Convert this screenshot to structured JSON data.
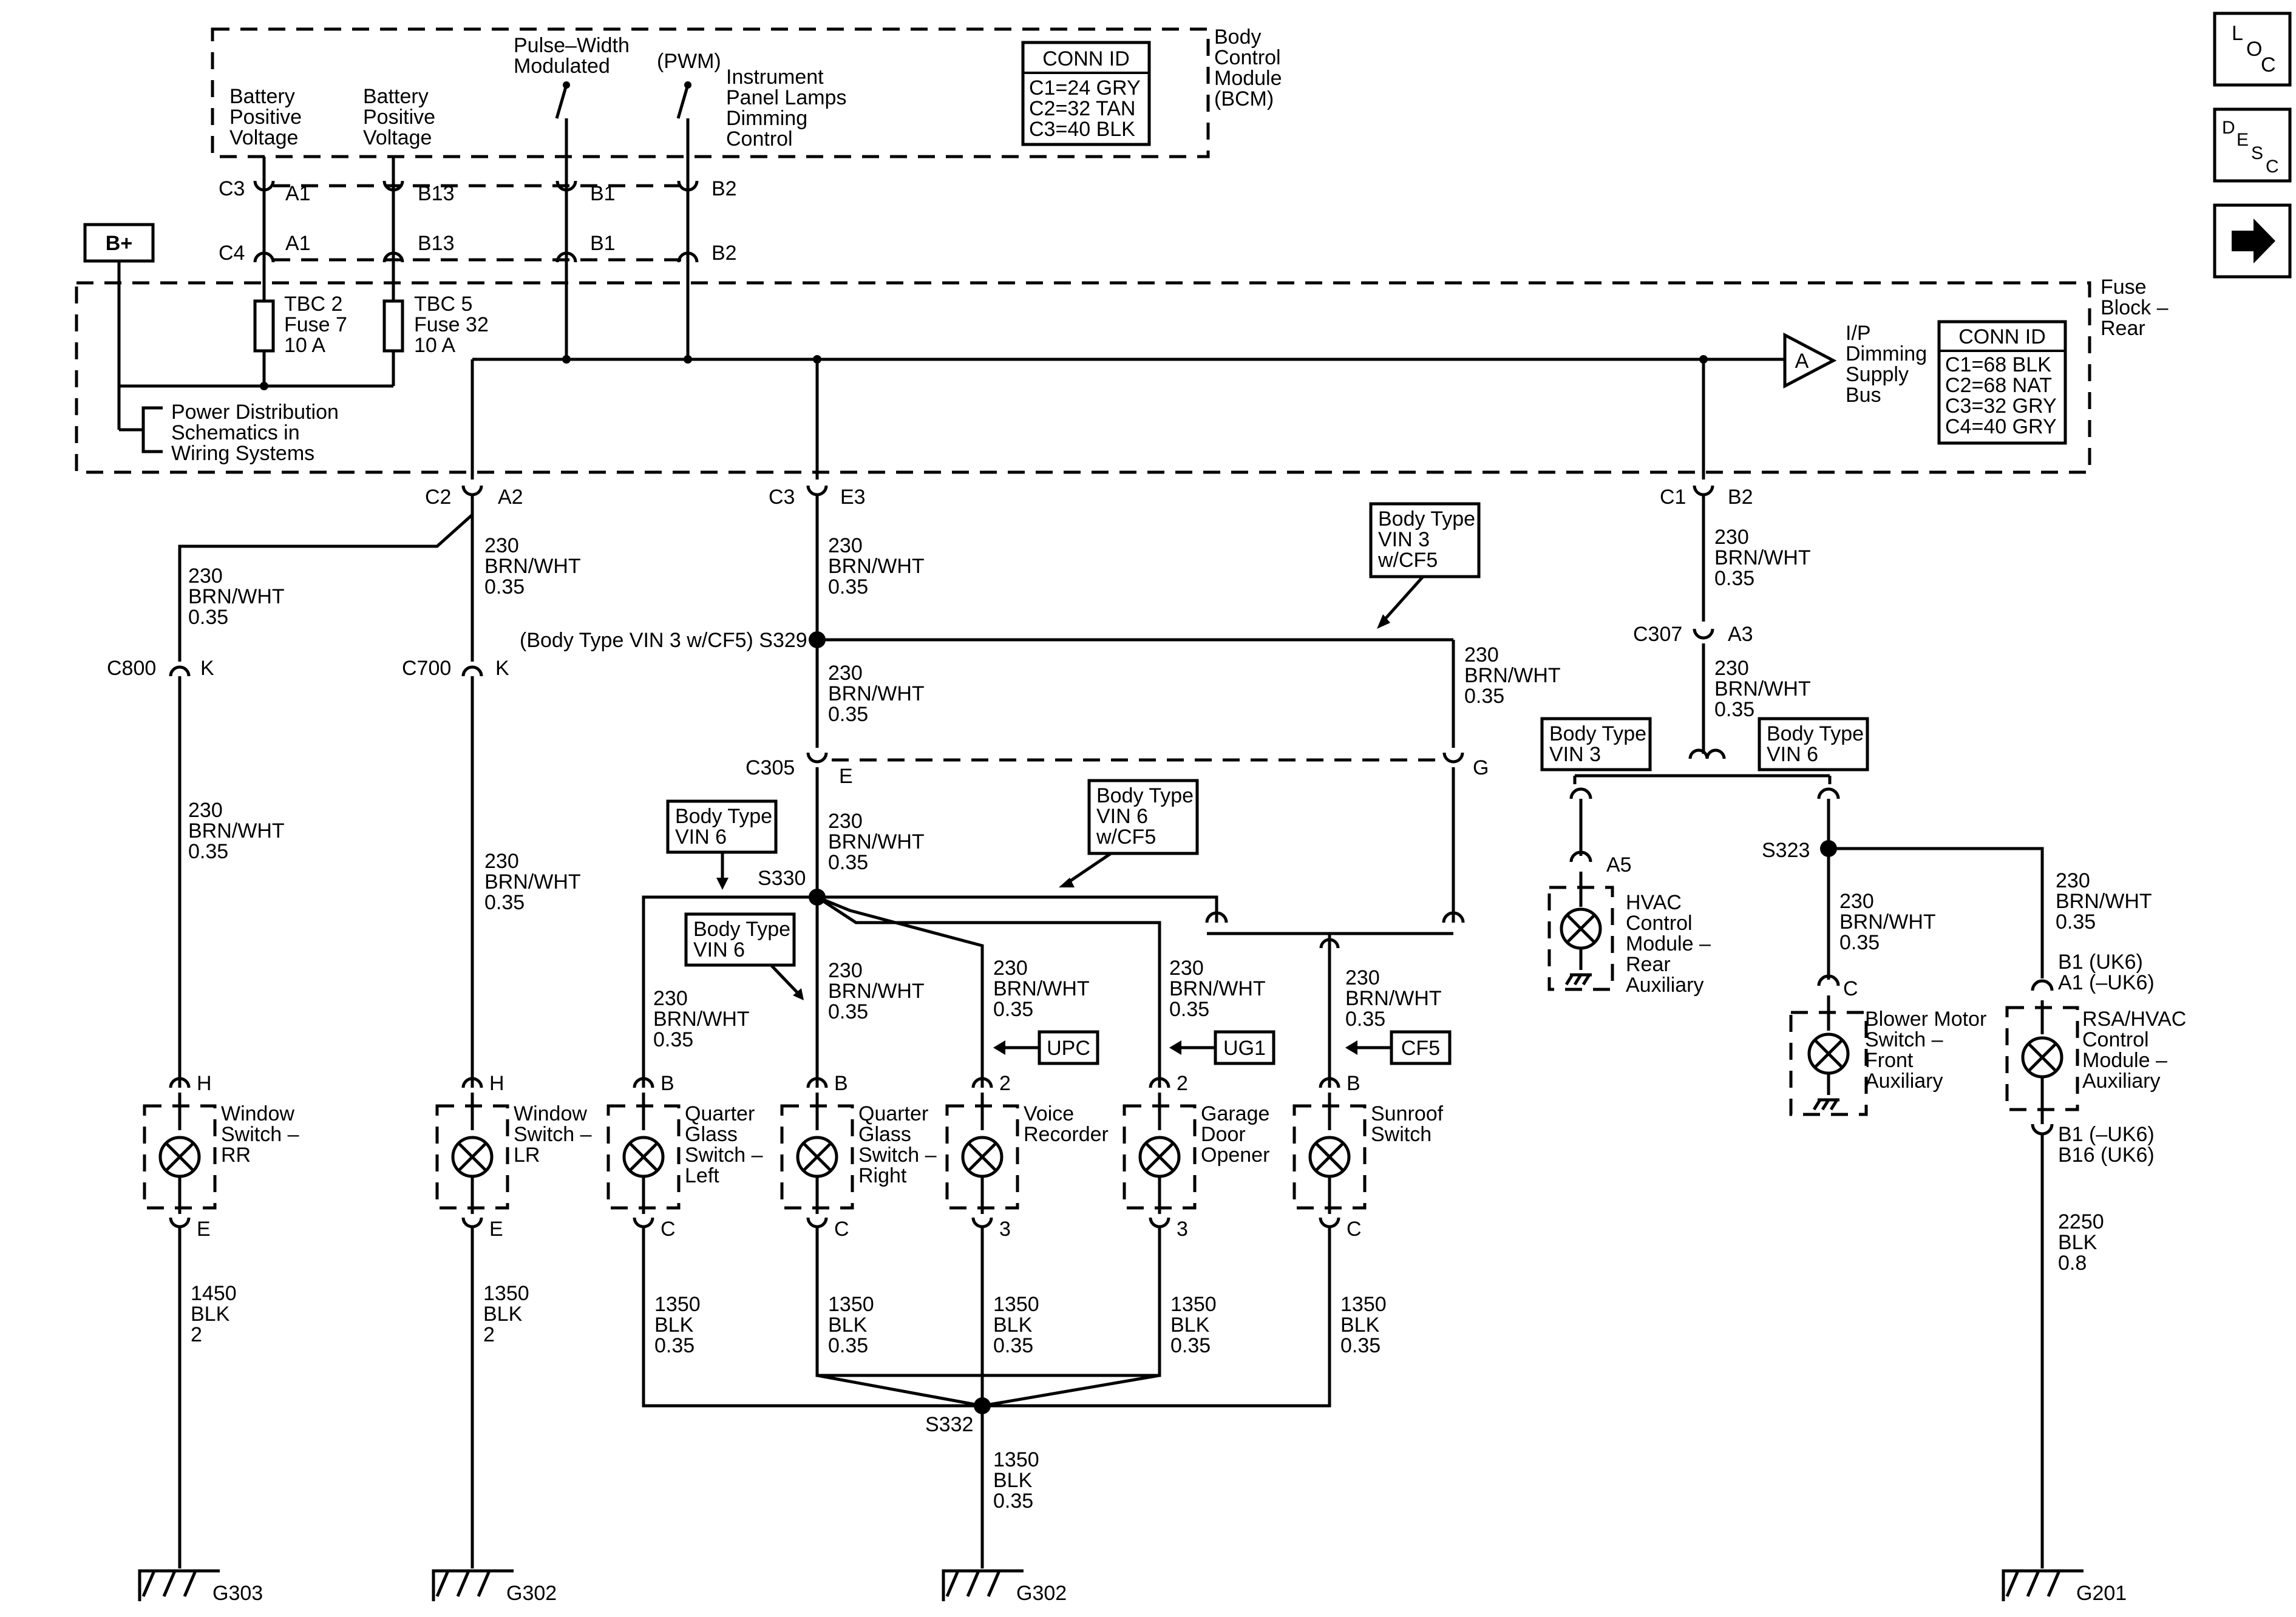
{
  "bcm": {
    "title": [
      "Body",
      "Control",
      "Module",
      "(BCM)"
    ],
    "batt1": [
      "Battery",
      "Positive",
      "Voltage"
    ],
    "batt2": [
      "Battery",
      "Positive",
      "Voltage"
    ],
    "pwm": [
      "Pulse–Width",
      "Modulated"
    ],
    "pwm_short": "(PWM)",
    "ipdim": [
      "Instrument",
      "Panel Lamps",
      "Dimming",
      "Control"
    ],
    "conn_title": "CONN ID",
    "conn": [
      "C1=24 GRY",
      "C2=32 TAN",
      "C3=40 BLK"
    ],
    "pins_c3": {
      "conn": "C3",
      "a1": "A1",
      "b13": "B13",
      "b1": "B1",
      "b2": "B2"
    },
    "pins_c4": {
      "conn": "C4",
      "a1": "A1",
      "b13": "B13",
      "b1": "B1",
      "b2": "B2"
    }
  },
  "fuse_block": {
    "title": [
      "Fuse",
      "Block –",
      "Rear"
    ],
    "bplus": "B+",
    "fuse1": [
      "TBC 2",
      "Fuse 7",
      "10 A"
    ],
    "fuse2": [
      "TBC 5",
      "Fuse 32",
      "10 A"
    ],
    "pds": [
      "Power Distribution",
      "Schematics in",
      "Wiring Systems"
    ],
    "ip_arrow": "A",
    "ip_bus": [
      "I/P",
      "Dimming",
      "Supply",
      "Bus"
    ],
    "conn_title": "CONN ID",
    "conn": [
      "C1=68 BLK",
      "C2=68 NAT",
      "C3=32 GRY",
      "C4=40 GRY"
    ]
  },
  "icons": {
    "loc": [
      "L",
      "O",
      "C"
    ],
    "desc": [
      "D",
      "E",
      "S",
      "C"
    ],
    "next": "→"
  },
  "labels": {
    "c2": "C2",
    "a2": "A2",
    "c3": "C3",
    "e3": "E3",
    "c1": "C1",
    "b2": "B2",
    "wire_brnwht": [
      "230",
      "BRN/WHT",
      "0.35"
    ],
    "c800": "C800",
    "k1": "K",
    "c700": "C700",
    "k2": "K",
    "s329": "(Body Type VIN 3 w/CF5) S329",
    "c305": "C305",
    "e": "E",
    "g": "G",
    "c307": "C307",
    "a3": "A3",
    "s330": "S330",
    "s323": "S323",
    "s332": "S332",
    "bt_vin3_cf5": [
      "Body Type",
      "VIN 3",
      "w/CF5"
    ],
    "bt_vin6": [
      "Body Type",
      "VIN 6"
    ],
    "bt_vin6_cf5": [
      "Body Type",
      "VIN 6",
      "w/CF5"
    ],
    "bt_vin6_b": [
      "Body Type",
      "VIN 6"
    ],
    "bt_vin3_r": [
      "Body Type",
      "VIN 3"
    ],
    "bt_vin6_r": [
      "Body Type",
      "VIN 6"
    ],
    "upc": "UPC",
    "ug1": "UG1",
    "cf5": "CF5"
  },
  "components": [
    {
      "name": [
        "Window",
        "Switch –",
        "RR"
      ],
      "top": "H",
      "bot": "E",
      "gwire": [
        "1450",
        "BLK",
        "2"
      ],
      "ground": "G303"
    },
    {
      "name": [
        "Window",
        "Switch –",
        "LR"
      ],
      "top": "H",
      "bot": "E",
      "gwire": [
        "1350",
        "BLK",
        "2"
      ],
      "ground": "G302"
    },
    {
      "name": [
        "Quarter",
        "Glass",
        "Switch –",
        "Left"
      ],
      "top": "B",
      "bot": "C",
      "gwire": [
        "1350",
        "BLK",
        "0.35"
      ]
    },
    {
      "name": [
        "Quarter",
        "Glass",
        "Switch –",
        "Right"
      ],
      "top": "B",
      "bot": "C",
      "gwire": [
        "1350",
        "BLK",
        "0.35"
      ]
    },
    {
      "name": [
        "Voice",
        "Recorder"
      ],
      "top": "2",
      "bot": "3",
      "gwire": [
        "1350",
        "BLK",
        "0.35"
      ]
    },
    {
      "name": [
        "Garage",
        "Door",
        "Opener"
      ],
      "top": "2",
      "bot": "3",
      "gwire": [
        "1350",
        "BLK",
        "0.35"
      ]
    },
    {
      "name": [
        "Sunroof",
        "Switch"
      ],
      "top": "B",
      "bot": "C",
      "gwire": [
        "1350",
        "BLK",
        "0.35"
      ]
    }
  ],
  "right_components": {
    "hvac_rear": {
      "name": [
        "HVAC",
        "Control",
        "Module –",
        "Rear",
        "Auxiliary"
      ],
      "pin": "A5"
    },
    "blower": {
      "name": [
        "Blower Motor",
        "Switch –",
        "Front",
        "Auxiliary"
      ],
      "pin": "C"
    },
    "rsa": {
      "name": [
        "RSA/HVAC",
        "Control",
        "Module –",
        "Auxiliary"
      ],
      "pin_top1": "B1 (UK6)",
      "pin_top2": "A1 (–UK6)",
      "pin_bot1": "B1 (–UK6)",
      "pin_bot2": "B16 (UK6)",
      "gwire": [
        "2250",
        "BLK",
        "0.8"
      ],
      "ground": "G201"
    }
  },
  "s332_out": {
    "gwire": [
      "1350",
      "BLK",
      "0.35"
    ],
    "ground": "G302"
  }
}
